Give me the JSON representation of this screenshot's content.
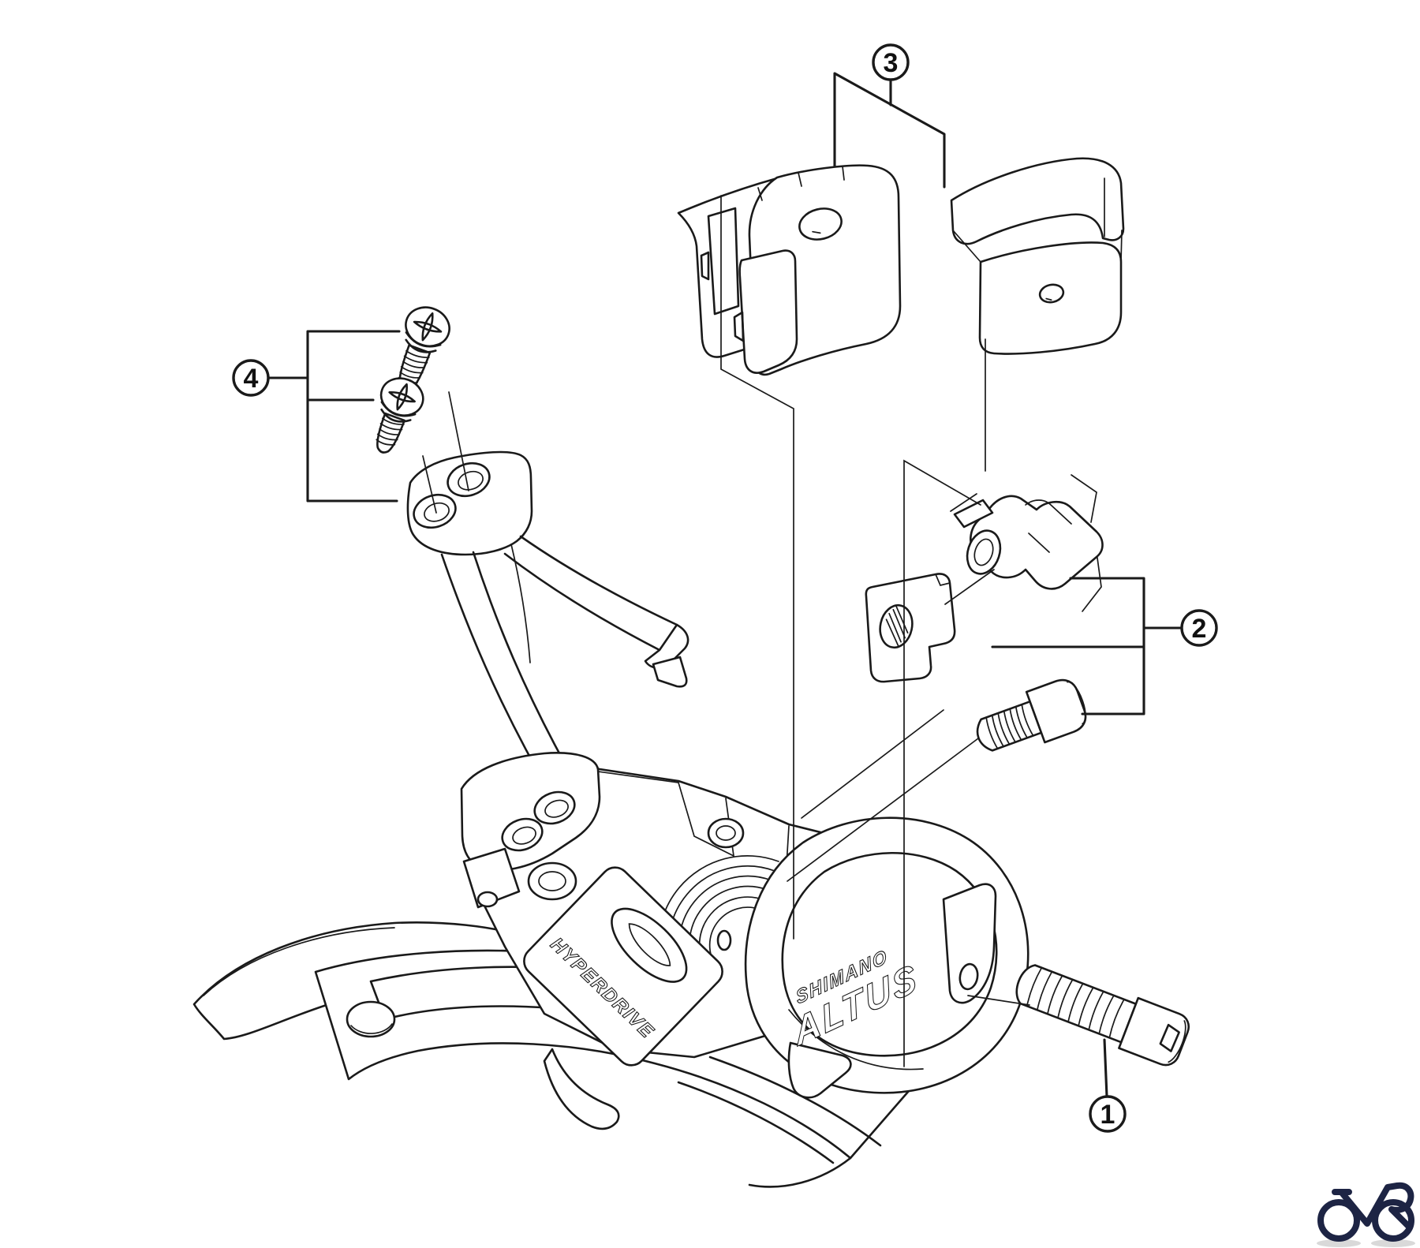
{
  "document": {
    "type": "exploded parts diagram",
    "subject": "front derailleur assembly",
    "background_color": "#ffffff",
    "line_color": "#1a1a1a",
    "logo_color": "#1d2444",
    "shadow_color": "#d9d9d9"
  },
  "callouts": [
    {
      "number": "1"
    },
    {
      "number": "2"
    },
    {
      "number": "3"
    },
    {
      "number": "4"
    }
  ],
  "part_labels": {
    "body_plate": "HYPERDRIVE",
    "clamp_brand": "SHIMANO",
    "clamp_model": "ALTUS"
  }
}
